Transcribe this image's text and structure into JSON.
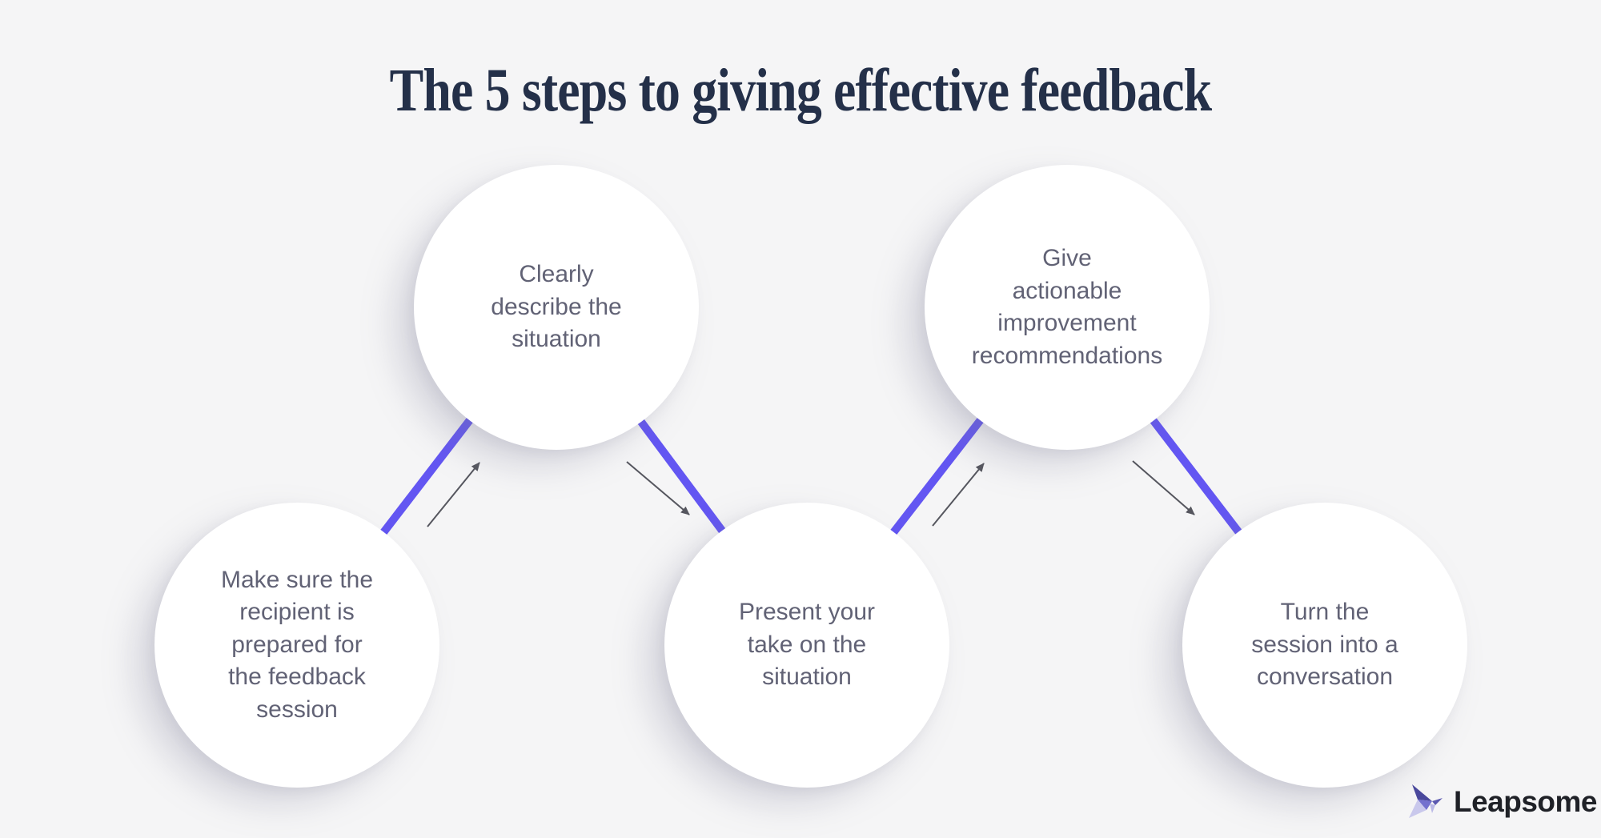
{
  "page": {
    "title": "The 5 steps to giving effective feedback"
  },
  "colors": {
    "background": "#f5f5f6",
    "title_text": "#243049",
    "step_text": "#616275",
    "accent_purple": "#6356f2",
    "arrow_gray": "#55565e",
    "circle_fill": "#ffffff",
    "logo_text": "#1f2127"
  },
  "steps": [
    {
      "order": 1,
      "label": "Make sure the\nrecipient is\nprepared for\nthe feedback\nsession",
      "position": "bottom-left"
    },
    {
      "order": 2,
      "label": "Clearly\ndescribe the\nsituation",
      "position": "top-left"
    },
    {
      "order": 3,
      "label": "Present your\ntake on the\nsituation",
      "position": "bottom-center"
    },
    {
      "order": 4,
      "label": "Give\nactionable\nimprovement\nrecommendations",
      "position": "top-right"
    },
    {
      "order": 5,
      "label": "Turn the\nsession into a\nconversation",
      "position": "bottom-right"
    }
  ],
  "connectors": [
    {
      "from": 1,
      "to": 2,
      "direction": "up-right"
    },
    {
      "from": 2,
      "to": 3,
      "direction": "down-right"
    },
    {
      "from": 3,
      "to": 4,
      "direction": "up-right"
    },
    {
      "from": 4,
      "to": 5,
      "direction": "down-right"
    }
  ],
  "logo": {
    "name": "Leapsome",
    "icon": "leapsome-bird-icon"
  }
}
